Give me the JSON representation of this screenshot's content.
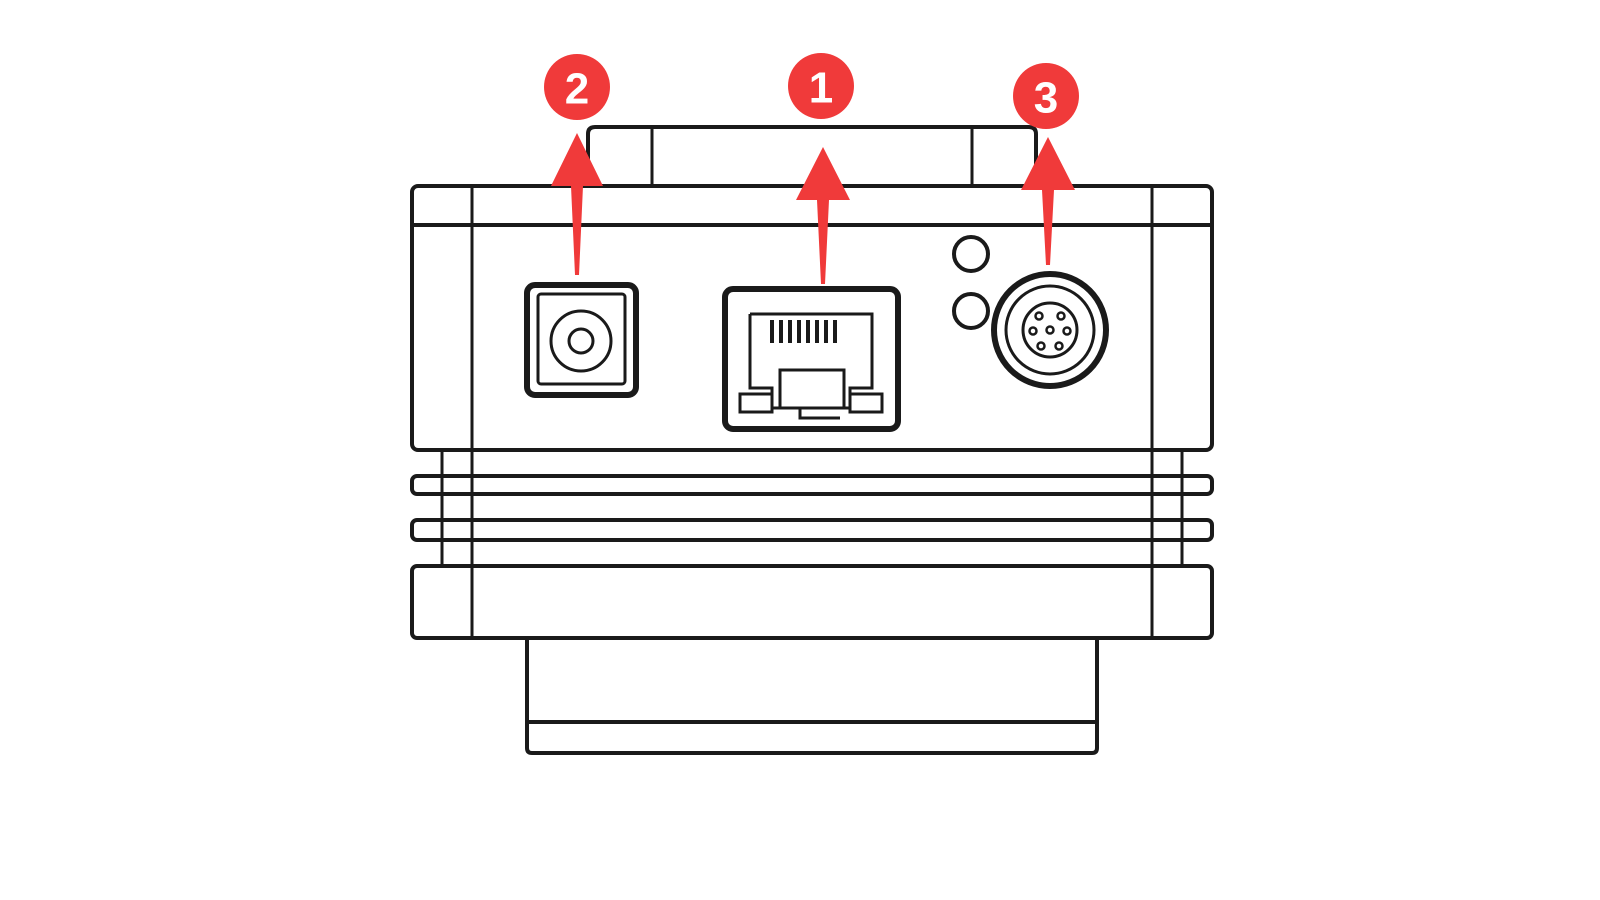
{
  "diagram": {
    "subject": "camera-rear-panel",
    "accent_color": "#f03a3a",
    "callouts": [
      {
        "number": "1",
        "target": "rj45-ethernet-port"
      },
      {
        "number": "2",
        "target": "dc-power-jack"
      },
      {
        "number": "3",
        "target": "circular-io-connector"
      }
    ]
  }
}
